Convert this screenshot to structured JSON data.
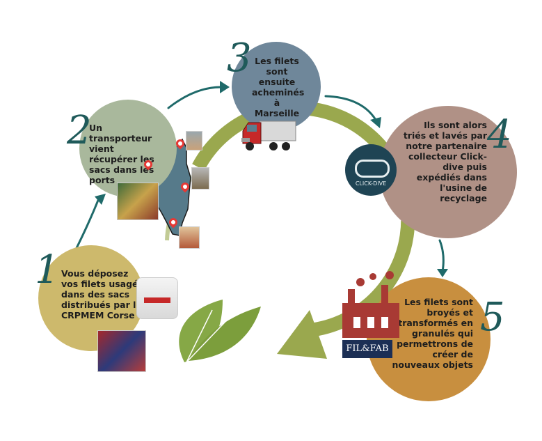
{
  "steps": [
    {
      "number": "1",
      "text": "Vous déposez vos filets usagés dans des sacs distribués par le CRPMEM Corse"
    },
    {
      "number": "2",
      "text": "Un transporteur vient récupérer les sacs dans les ports"
    },
    {
      "number": "3",
      "text": "Les filets sont ensuite acheminés à Marseille"
    },
    {
      "number": "4",
      "text": "Ils sont alors triés et lavés par notre partenaire collecteur Click-dive puis expédiés dans l'usine de recyclage"
    },
    {
      "number": "5",
      "text": "Les filets sont broyés et transformés en granulés qui permettrons de créer de nouveaux objets"
    }
  ],
  "logos": {
    "clickdive": "CLICK-DIVE",
    "filfab": "FIL&FAB"
  },
  "colors": {
    "step1": "#cdb96c",
    "step2": "#a9b89c",
    "step3": "#6f879a",
    "step4": "#b09186",
    "step5": "#c88f3f",
    "cycle_arrow": "#9aa84e",
    "arrows": "#1f6a6a",
    "corsica": "#567a8a",
    "factory": "#a83a34"
  },
  "icons": [
    "truck-icon",
    "leaf-icon",
    "map-pin-icon",
    "factory-icon"
  ]
}
